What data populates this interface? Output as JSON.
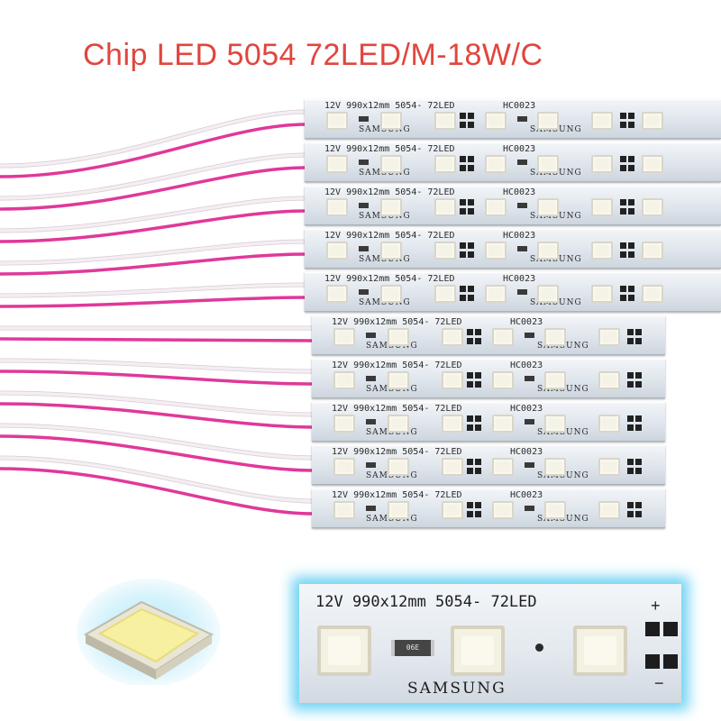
{
  "title": "Chip LED 5054 72LED/M-18W/C",
  "strip": {
    "spec_label": "12V 990x12mm 5054- 72LED",
    "code": "HC0023",
    "brand": "SAMSUNG",
    "resistor_code": "06E"
  },
  "strip_count": 10,
  "colors": {
    "title": "#e0463e",
    "wire_pink": "#e0389a",
    "wire_white": "#f4eef3",
    "glow": "#6fd3f2",
    "led_yellow": "#f7f0a0"
  },
  "zoom": {
    "plus": "+",
    "minus": "−"
  }
}
